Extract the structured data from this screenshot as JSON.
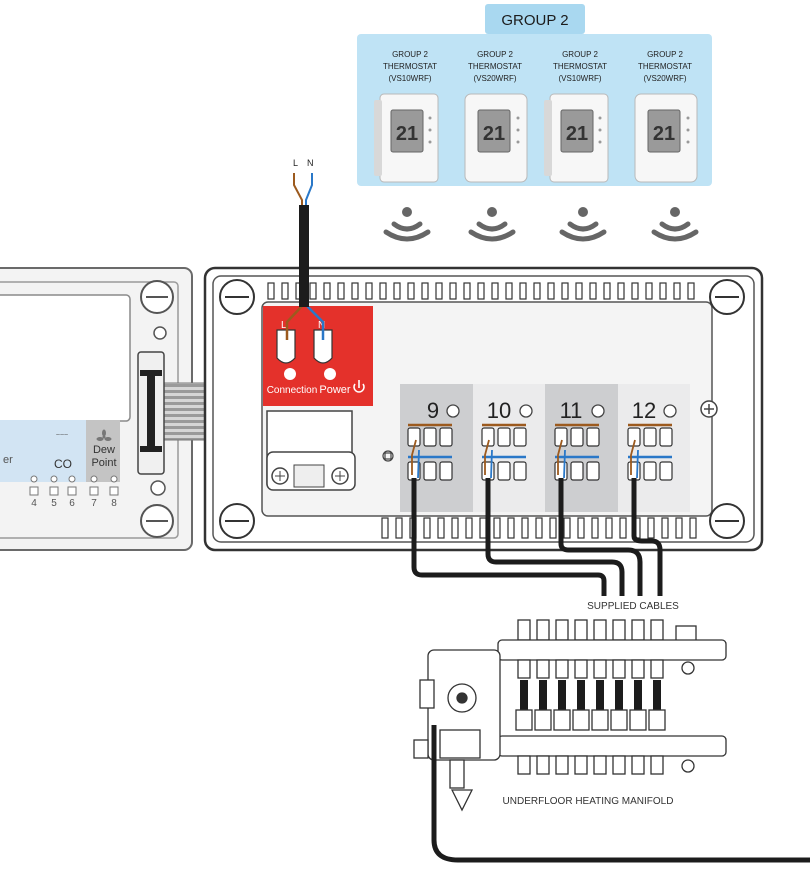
{
  "group": {
    "title": "GROUP 2",
    "thermostats": [
      {
        "line1": "GROUP 2",
        "line2": "THERMOSTAT",
        "line3": "(VS10WRF)",
        "display": "21"
      },
      {
        "line1": "GROUP 2",
        "line2": "THERMOSTAT",
        "line3": "(VS20WRF)",
        "display": "21"
      },
      {
        "line1": "GROUP 2",
        "line2": "THERMOSTAT",
        "line3": "(VS10WRF)",
        "display": "21"
      },
      {
        "line1": "GROUP 2",
        "line2": "THERMOSTAT",
        "line3": "(VS20WRF)",
        "display": "21"
      }
    ]
  },
  "mains": {
    "l": "L",
    "n": "N"
  },
  "power_module": {
    "l": "L",
    "n": "N",
    "connection": "Connection",
    "power": "Power"
  },
  "zones": [
    {
      "number": "9"
    },
    {
      "number": "10"
    },
    {
      "number": "11"
    },
    {
      "number": "12"
    }
  ],
  "side_module": {
    "co_symbol": "~~~",
    "co": "CO",
    "dew_line1": "Dew",
    "dew_line2": "Point",
    "er": "er",
    "terminals": [
      "4",
      "5",
      "6",
      "7",
      "8"
    ]
  },
  "labels": {
    "supplied_cables": "SUPPLIED CABLES",
    "manifold": "UNDERFLOOR HEATING MANIFOLD"
  },
  "colors": {
    "group_panel": "#bfe3f5",
    "group_header": "#a9d8f0",
    "power_red": "#e4312b",
    "zone_grey": "#cdced0",
    "zone_light": "#ebebec",
    "brown_wire": "#9c5a1e",
    "blue_wire": "#2a78c8"
  }
}
